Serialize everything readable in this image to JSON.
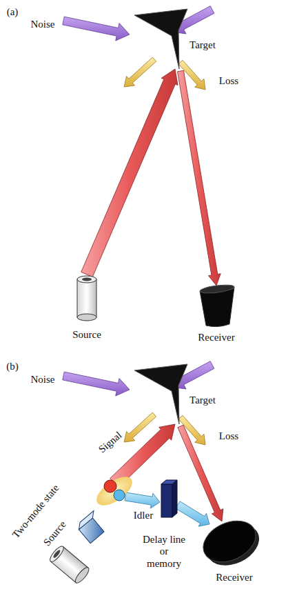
{
  "diagram": {
    "labels": [
      "(a)",
      "Noise",
      "Target",
      "Loss",
      "Source",
      "Receiver",
      "(b)",
      "Noise",
      "Target",
      "Loss",
      "Signal",
      "Two-mode state",
      "Source",
      "Idler",
      "Delay line or memory",
      "Receiver"
    ]
  }
}
